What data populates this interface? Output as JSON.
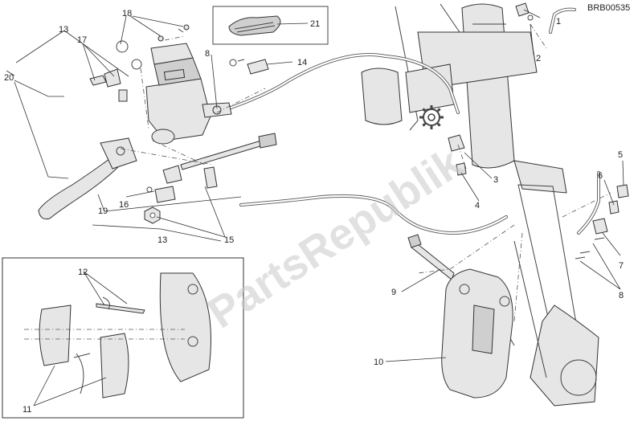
{
  "diagram_code": "BRB00535",
  "watermark": "PartsRepublik",
  "callouts": [
    "18",
    "21",
    "13",
    "17",
    "8",
    "14",
    "20",
    "1",
    "2",
    "16",
    "19",
    "13",
    "15",
    "3",
    "4",
    "5",
    "6",
    "7",
    "8",
    "9",
    "10",
    "12",
    "11"
  ]
}
